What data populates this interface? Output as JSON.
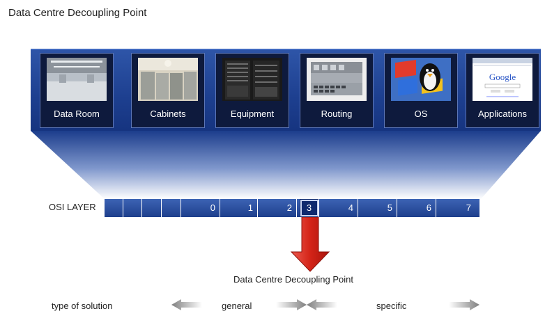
{
  "title": "Data Centre Decoupling Point",
  "tiles": [
    {
      "label": "Data Room",
      "icon": "data-room-photo"
    },
    {
      "label": "Cabinets",
      "icon": "cabinets-photo"
    },
    {
      "label": "Equipment",
      "icon": "equipment-photo"
    },
    {
      "label": "Routing",
      "icon": "routing-photo"
    },
    {
      "label": "OS",
      "icon": "os-logo-photo"
    },
    {
      "label": "Applications",
      "icon": "google-browser-screenshot"
    }
  ],
  "google_logo_text": "Google",
  "osi": {
    "label": "OSI LAYER",
    "layers": [
      "",
      "",
      "",
      "",
      "0",
      "1",
      "2",
      "3",
      "4",
      "5",
      "6",
      "7"
    ],
    "highlighted": "3"
  },
  "decoupling_label": "Data Centre Decoupling Point",
  "solution": {
    "label": "type of solution",
    "general": "general",
    "specific": "specific"
  },
  "colors": {
    "band": "#1d3f8f",
    "arrow_red": "#d9231c",
    "grey_arrow": "#8c8c8c"
  }
}
